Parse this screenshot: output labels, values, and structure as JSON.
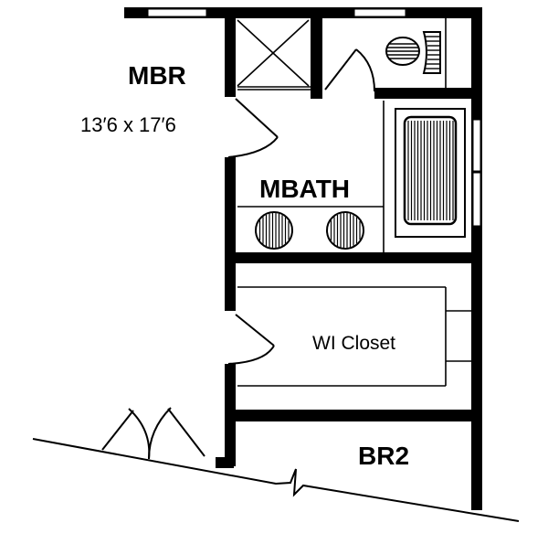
{
  "plan": {
    "rooms": [
      {
        "id": "mbr",
        "name": "MBR",
        "dimensions": "13′6 x 17′6"
      },
      {
        "id": "mbath",
        "name": "MBATH"
      },
      {
        "id": "wi_closet",
        "name": "WI Closet"
      },
      {
        "id": "br2",
        "name": "BR2"
      }
    ],
    "fixtures": [
      "shower",
      "toilet",
      "bathtub",
      "double-vanity-sinks",
      "closet-shelving"
    ],
    "icons": {
      "shower": "shower-x-icon",
      "toilet": "toilet-icon",
      "tub": "bathtub-icon",
      "sink": "sink-icon",
      "door": "door-swing-icon",
      "break": "break-line-icon"
    },
    "colors": {
      "line": "#000000",
      "background": "#ffffff"
    }
  }
}
